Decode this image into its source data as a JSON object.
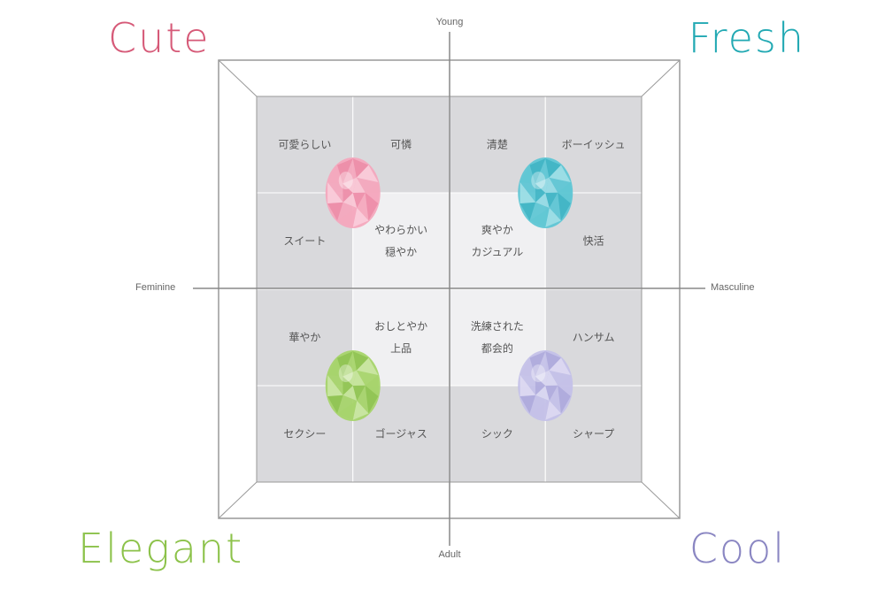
{
  "corners": {
    "top_left": {
      "label": "Cute",
      "color": "#d65a78"
    },
    "top_right": {
      "label": "Fresh",
      "color": "#22a9b3"
    },
    "bottom_left": {
      "label": "Elegant",
      "color": "#8cc24a"
    },
    "bottom_right": {
      "label": "Cool",
      "color": "#8a86c2"
    }
  },
  "axes": {
    "top": "Young",
    "bottom": "Adult",
    "left": "Feminine",
    "right": "Masculine"
  },
  "colors": {
    "outer_cell": "#d9d9dc",
    "inner_cell": "#f0f0f2",
    "line": "#999999",
    "axis": "#888888"
  },
  "cells": [
    {
      "row": 0,
      "col": 0,
      "lines": [
        "可愛らしい"
      ]
    },
    {
      "row": 0,
      "col": 1,
      "lines": [
        "可憐"
      ]
    },
    {
      "row": 0,
      "col": 2,
      "lines": [
        "清楚"
      ]
    },
    {
      "row": 0,
      "col": 3,
      "lines": [
        "ボーイッシュ"
      ]
    },
    {
      "row": 1,
      "col": 0,
      "lines": [
        "スイート"
      ]
    },
    {
      "row": 1,
      "col": 1,
      "lines": [
        "やわらかい",
        "穏やか"
      ]
    },
    {
      "row": 1,
      "col": 2,
      "lines": [
        "爽やか",
        "カジュアル"
      ]
    },
    {
      "row": 1,
      "col": 3,
      "lines": [
        "快活"
      ]
    },
    {
      "row": 2,
      "col": 0,
      "lines": [
        "華やか"
      ]
    },
    {
      "row": 2,
      "col": 1,
      "lines": [
        "おしとやか",
        "上品"
      ]
    },
    {
      "row": 2,
      "col": 2,
      "lines": [
        "洗練された",
        "都会的"
      ]
    },
    {
      "row": 2,
      "col": 3,
      "lines": [
        "ハンサム"
      ]
    },
    {
      "row": 3,
      "col": 0,
      "lines": [
        "セクシー"
      ]
    },
    {
      "row": 3,
      "col": 1,
      "lines": [
        "ゴージャス"
      ]
    },
    {
      "row": 3,
      "col": 2,
      "lines": [
        "シック"
      ]
    },
    {
      "row": 3,
      "col": 3,
      "lines": [
        "シャープ"
      ]
    }
  ],
  "gems": [
    {
      "name": "pink-gem",
      "color": "#f4a8bd",
      "dark": "#e87a99",
      "light": "#fde4ec",
      "quadrant": "top-left"
    },
    {
      "name": "cyan-gem",
      "color": "#5fc6d4",
      "dark": "#2aa7b9",
      "light": "#c9eef3",
      "quadrant": "top-right"
    },
    {
      "name": "green-gem",
      "color": "#a6d46a",
      "dark": "#7fb83f",
      "light": "#e1f2c8",
      "quadrant": "bottom-left"
    },
    {
      "name": "lavender-gem",
      "color": "#c4c1e8",
      "dark": "#9f9ad4",
      "light": "#eceaf8",
      "quadrant": "bottom-right"
    }
  ]
}
